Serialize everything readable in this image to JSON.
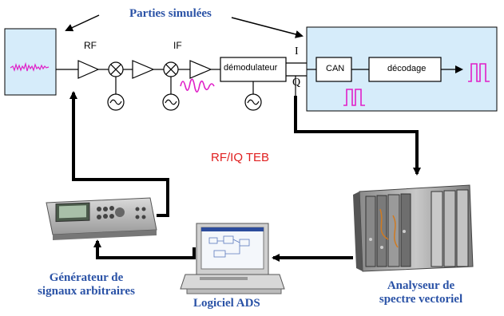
{
  "labels": {
    "parties_simulees": "Parties simulées",
    "rf": "RF",
    "if": "IF",
    "demodulateur": "démodulateur",
    "i": "I",
    "q": "Q",
    "can": "CAN",
    "decodage": "décodage",
    "rf_iq_teb": "RF/IQ TEB",
    "generateur_line1": "Générateur de",
    "generateur_line2": "signaux arbitraires",
    "logiciel_ads": "Logiciel ADS",
    "analyseur_line1": "Analyseur de",
    "analyseur_line2": "spectre vectoriel"
  },
  "colors": {
    "panel_fill": "#d6ecfa",
    "label_blue": "#2a52a6",
    "signal_magenta": "#e020c8",
    "teb_red": "#e02020"
  },
  "icons": [
    "oscillator-icon",
    "mixer-icon",
    "amplifier-icon",
    "pulse-signal-icon",
    "noise-signal-icon"
  ]
}
